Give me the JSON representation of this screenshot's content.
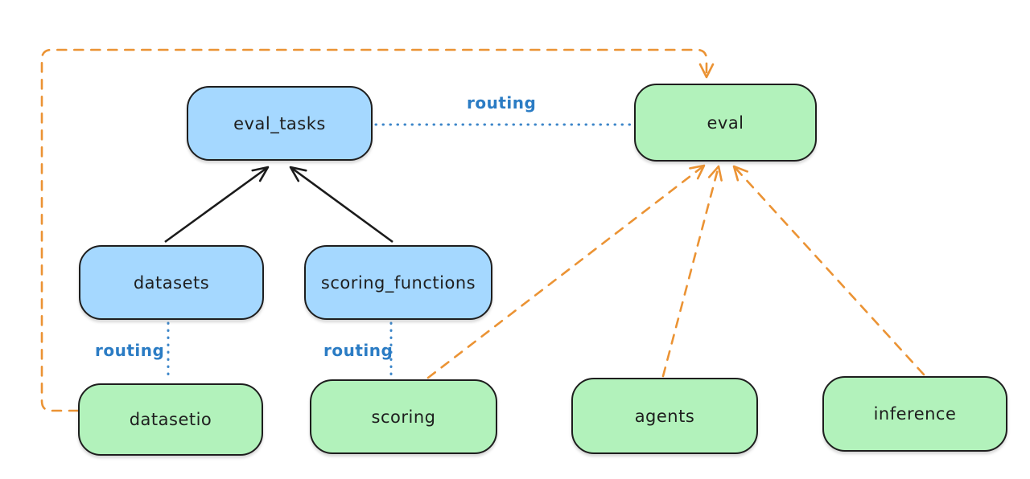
{
  "diagram": {
    "nodes": [
      {
        "id": "eval_tasks",
        "label": "eval_tasks",
        "kind": "blue"
      },
      {
        "id": "datasets",
        "label": "datasets",
        "kind": "blue"
      },
      {
        "id": "scoring_functions",
        "label": "scoring_functions",
        "kind": "blue"
      },
      {
        "id": "eval",
        "label": "eval",
        "kind": "green"
      },
      {
        "id": "datasetio",
        "label": "datasetio",
        "kind": "green"
      },
      {
        "id": "scoring",
        "label": "scoring",
        "kind": "green"
      },
      {
        "id": "agents",
        "label": "agents",
        "kind": "green"
      },
      {
        "id": "inference",
        "label": "inference",
        "kind": "green"
      }
    ],
    "edge_labels": {
      "eval_tasks_to_eval": "routing",
      "datasets_to_datasetio": "routing",
      "scoring_functions_to_scoring": "routing"
    },
    "edges": [
      {
        "from": "datasets",
        "to": "eval_tasks",
        "style": "solid-black-arrow"
      },
      {
        "from": "scoring_functions",
        "to": "eval_tasks",
        "style": "solid-black-arrow"
      },
      {
        "from": "eval_tasks",
        "to": "eval",
        "style": "dotted-blue",
        "label": "routing"
      },
      {
        "from": "datasets",
        "to": "datasetio",
        "style": "dotted-blue",
        "label": "routing"
      },
      {
        "from": "scoring_functions",
        "to": "scoring",
        "style": "dotted-blue",
        "label": "routing"
      },
      {
        "from": "datasetio",
        "to": "eval",
        "style": "dashed-orange-arrow"
      },
      {
        "from": "scoring",
        "to": "eval",
        "style": "dashed-orange-arrow"
      },
      {
        "from": "agents",
        "to": "eval",
        "style": "dashed-orange-arrow"
      },
      {
        "from": "inference",
        "to": "eval",
        "style": "dashed-orange-arrow"
      }
    ],
    "colors": {
      "blue_fill": "#a5d8ff",
      "green_fill": "#b2f2bb",
      "node_border": "#1e1e1e",
      "black_arrow": "#1b1b1b",
      "orange": "#eb9334",
      "routing_blue": "#2b7cc4",
      "bg": "#ffffff"
    }
  }
}
